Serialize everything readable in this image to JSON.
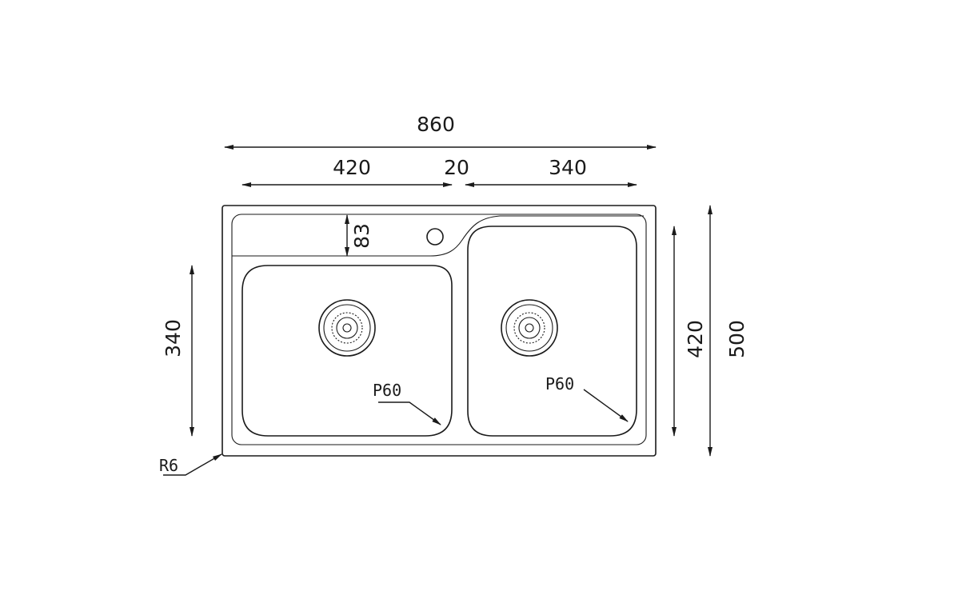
{
  "dimensions": {
    "overall_width": "860",
    "left_bowl_width": "420",
    "gap": "20",
    "right_bowl_width": "340",
    "ledge_depth": "83",
    "left_bowl_depth": "340",
    "right_bowl_depth": "420",
    "overall_depth": "500"
  },
  "notes": {
    "left_bowl_radius": "P60",
    "right_bowl_radius": "P60",
    "corner_radius": "R6"
  },
  "colors": {
    "stroke": "#1a1a1a",
    "background": "#ffffff"
  }
}
